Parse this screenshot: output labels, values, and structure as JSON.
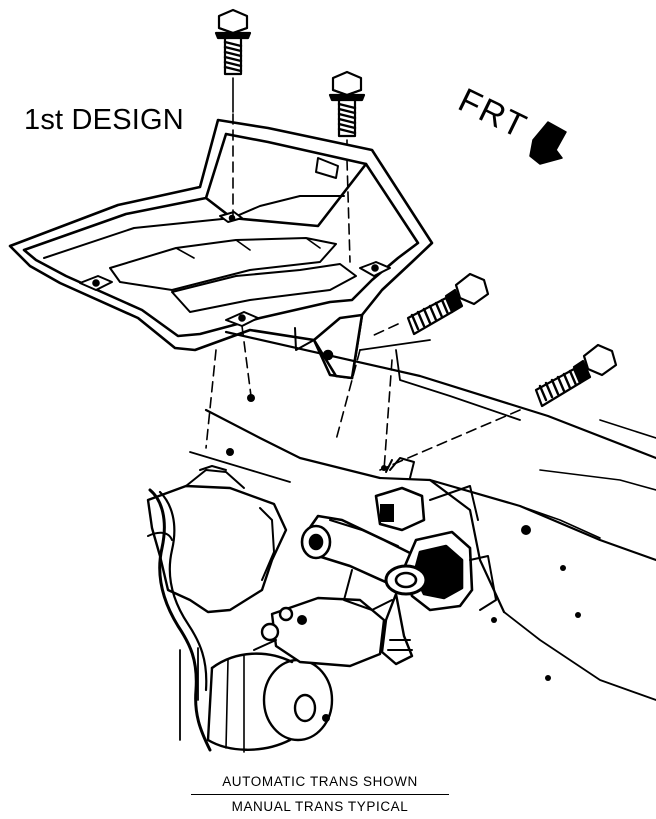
{
  "labels": {
    "design": "1st DESIGN",
    "direction": "FRT"
  },
  "caption": {
    "line1": "AUTOMATIC TRANS SHOWN",
    "line2": "MANUAL TRANS TYPICAL"
  },
  "colors": {
    "ink": "#000000",
    "paper": "#ffffff"
  },
  "icons": [
    "front-direction-arrow-icon"
  ]
}
